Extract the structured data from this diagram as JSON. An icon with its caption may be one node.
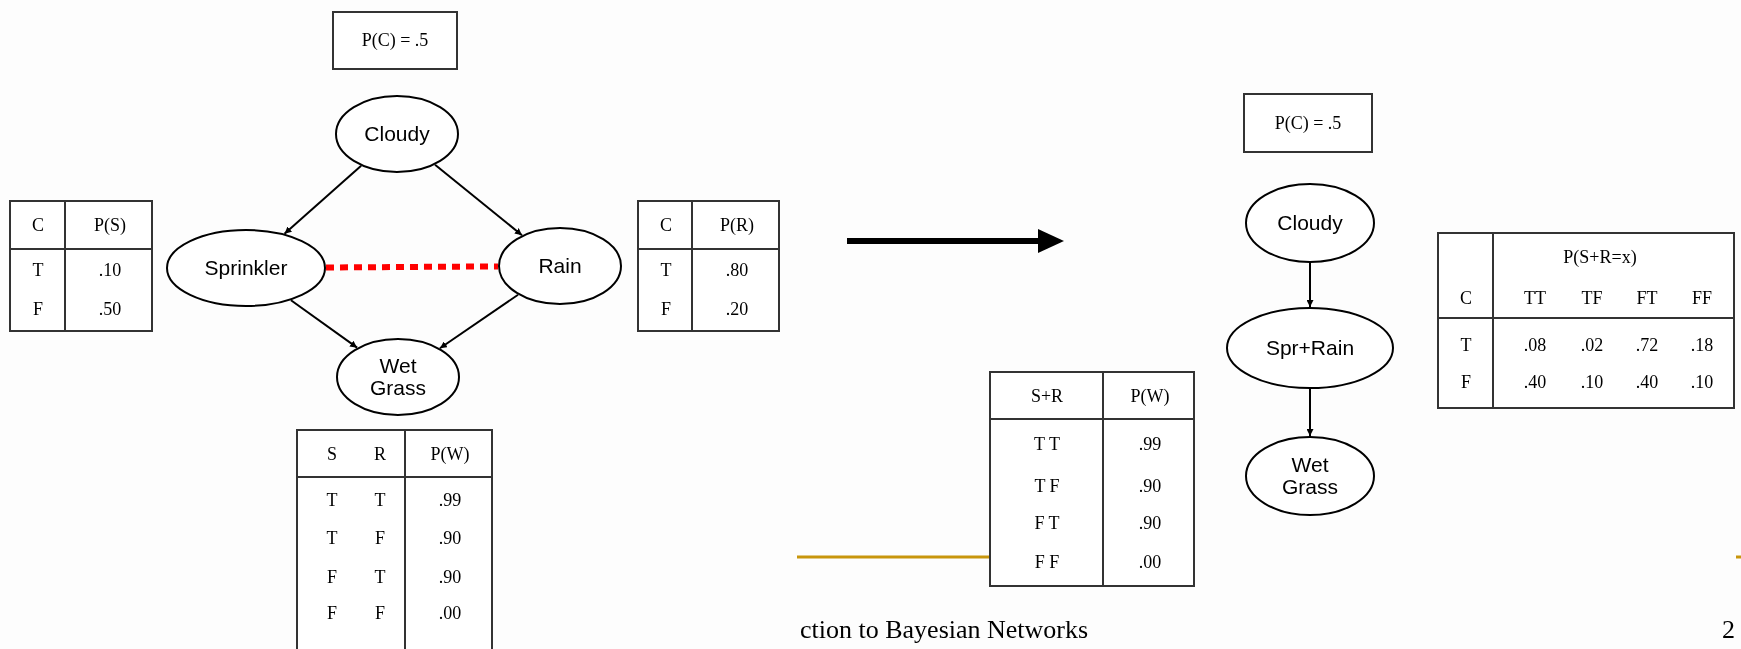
{
  "diagram": {
    "nodes": [
      {
        "text": [
          "P(C) = .5"
        ]
      },
      {
        "text": [
          "Cloudy"
        ]
      },
      {
        "text": [
          "C",
          "P(S)",
          "T",
          ".10",
          "F",
          ".50"
        ]
      },
      {
        "text": [
          "Sprinkler"
        ]
      },
      {
        "text": [
          "Rain"
        ]
      },
      {
        "text": [
          "C",
          "P(R)",
          "T",
          ".80",
          "F",
          ".20"
        ]
      },
      {
        "text": [
          "Wet Grass"
        ]
      },
      {
        "text": [
          "S",
          "R",
          "P(W)",
          "T",
          "T",
          ".99",
          "T",
          "F",
          ".90",
          "F",
          "T",
          ".90",
          "F",
          "F",
          ".00"
        ]
      },
      {
        "text": [
          "P(C) = .5"
        ]
      },
      {
        "text": [
          "Cloudy"
        ]
      },
      {
        "text": [
          "Spr+Rain"
        ]
      },
      {
        "text": [
          "P(S+R=x)",
          "C",
          "TT",
          "TF",
          "FT",
          "FF",
          "T",
          ".08",
          ".02",
          ".72",
          ".18",
          "F",
          ".40",
          ".10",
          ".40",
          ".10"
        ]
      },
      {
        "text": [
          "S+R",
          "P(W)",
          "T T",
          ".99",
          "T F",
          ".90",
          "F T",
          ".90",
          "F F",
          ".00"
        ]
      },
      {
        "text": [
          "Wet Grass"
        ]
      }
    ],
    "edges": [
      {
        "from": 1,
        "to": 3,
        "arrow": "to"
      },
      {
        "from": 1,
        "to": 4,
        "arrow": "to"
      },
      {
        "from": 3,
        "to": 4,
        "arrow": "none",
        "style": "dashed",
        "color": "#ff0000"
      },
      {
        "from": 3,
        "to": 6,
        "arrow": "to"
      },
      {
        "from": 4,
        "to": 6,
        "arrow": "to"
      },
      {
        "from": 9,
        "to": 10,
        "arrow": "to"
      },
      {
        "from": 10,
        "to": 13,
        "arrow": "to"
      }
    ],
    "labels": [
      "ction to Bayesian Networks",
      "2"
    ]
  }
}
